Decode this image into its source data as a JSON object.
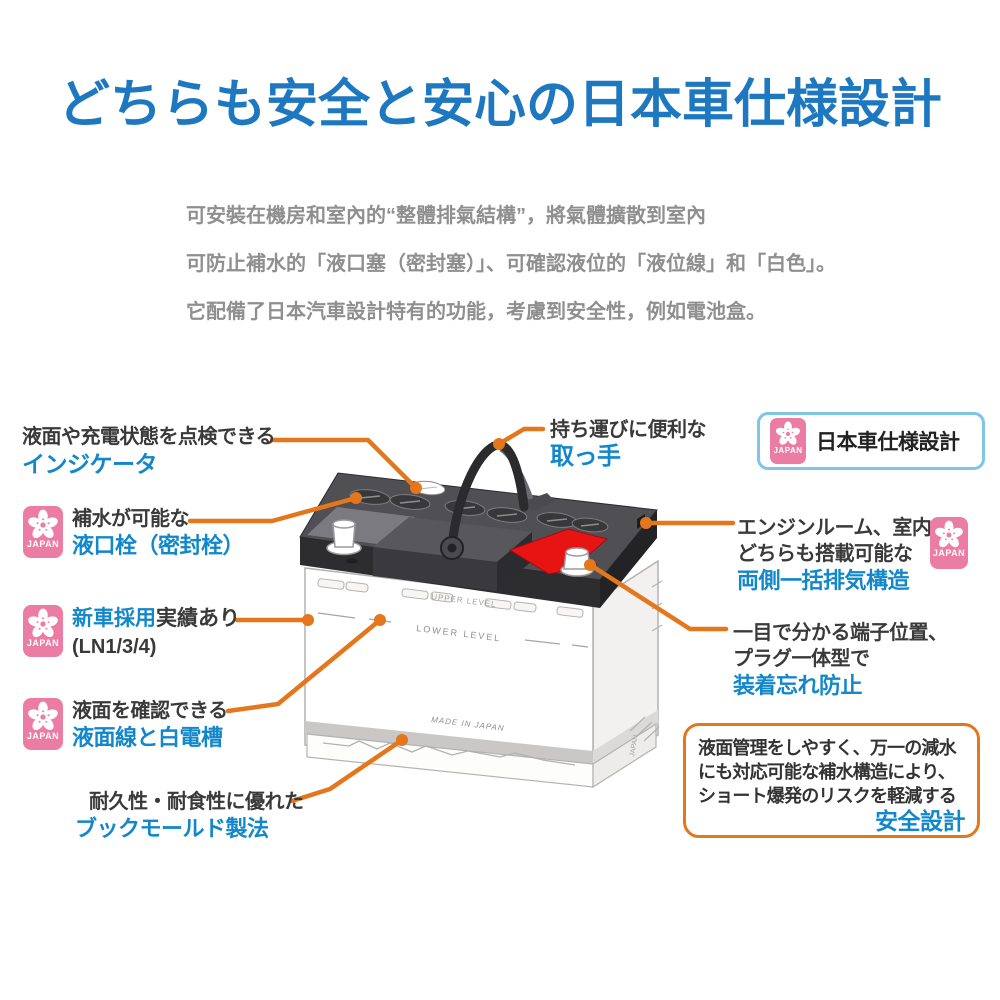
{
  "title": "どちらも安全と安心の日本車仕様設計",
  "intro": {
    "lines": [
      "可安裝在機房和室內的“整體排氣結構”，將氣體擴散到室內",
      "可防止補水的「液口塞（密封塞）」、可確認液位的「液位線」和「白色」。",
      "它配備了日本汽車設計特有的功能，考慮到安全性，例如電池盒。"
    ]
  },
  "badge": {
    "label": "JAPAN"
  },
  "spec_box": {
    "label": "日本車仕様設計"
  },
  "callouts_left": [
    {
      "desc": "液面や充電状態を点検できる",
      "label": "インジケータ"
    },
    {
      "desc": "補水が可能な",
      "label": "液口栓（密封栓）"
    },
    {
      "desc_highlight": "新車採用",
      "desc_rest": "実績あり",
      "desc2": "(LN1/3/4)"
    },
    {
      "desc": "液面を確認できる",
      "label": "液面線と白電槽"
    },
    {
      "desc": "耐久性・耐食性に優れた",
      "label": "ブックモールド製法"
    }
  ],
  "callouts_right": [
    {
      "desc": "持ち運びに便利な",
      "label": "取っ手"
    },
    {
      "desc": "エンジンルーム、室内",
      "desc2": "どちらも搭載可能な",
      "label": "両側一括排気構造"
    },
    {
      "desc": "一目で分かる端子位置、",
      "desc2": "プラグ一体型で",
      "label": "装着忘れ防止"
    }
  ],
  "safety_box": {
    "lines": [
      "液面管理をしやすく、万一の減水",
      "にも対応可能な補水構造により、",
      "ショート爆発のリスクを軽減する"
    ],
    "label": "安全設計"
  },
  "battery": {
    "upper_level": "UPPER LEVEL",
    "lower_level": "LOWER LEVEL",
    "made_in": "MADE IN JAPAN",
    "side_label": "JAPAN"
  },
  "colors": {
    "title_blue": "#1e78c0",
    "label_blue": "#1287c9",
    "accent_orange": "#e4761c",
    "badge_pink": "#eb7ca3",
    "spec_border_blue": "#7fc6e6",
    "red_plate": "#e81313"
  }
}
